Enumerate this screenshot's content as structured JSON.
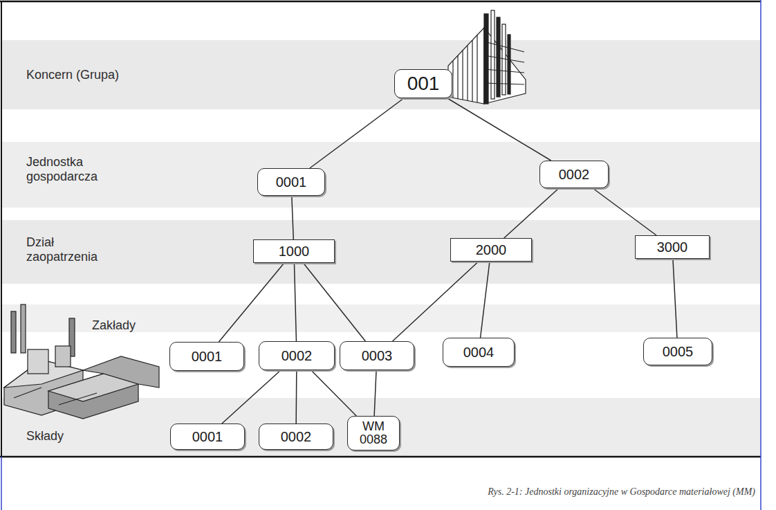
{
  "diagram": {
    "caption": "Rys. 2-1: Jednostki organizacyjne w Gospodarce materiałowej (MM)",
    "nodes": [
      {
        "text": [
          "001"
        ]
      },
      {
        "text": [
          "0001"
        ]
      },
      {
        "text": [
          "0002"
        ]
      },
      {
        "text": [
          "1000"
        ]
      },
      {
        "text": [
          "2000"
        ]
      },
      {
        "text": [
          "3000"
        ]
      },
      {
        "text": [
          "0001"
        ]
      },
      {
        "text": [
          "0002"
        ]
      },
      {
        "text": [
          "0003"
        ]
      },
      {
        "text": [
          "0004"
        ]
      },
      {
        "text": [
          "0005"
        ]
      },
      {
        "text": [
          "0001"
        ]
      },
      {
        "text": [
          "0002"
        ]
      },
      {
        "text": [
          "WM 0088"
        ]
      }
    ],
    "edges": [
      {
        "from": 0,
        "to": 1,
        "arrow": "none"
      },
      {
        "from": 0,
        "to": 2,
        "arrow": "none"
      },
      {
        "from": 1,
        "to": 3,
        "arrow": "none"
      },
      {
        "from": 2,
        "to": 4,
        "arrow": "none"
      },
      {
        "from": 2,
        "to": 5,
        "arrow": "none"
      },
      {
        "from": 3,
        "to": 6,
        "arrow": "none"
      },
      {
        "from": 3,
        "to": 7,
        "arrow": "none"
      },
      {
        "from": 3,
        "to": 8,
        "arrow": "none"
      },
      {
        "from": 4,
        "to": 8,
        "arrow": "none"
      },
      {
        "from": 4,
        "to": 9,
        "arrow": "none"
      },
      {
        "from": 5,
        "to": 10,
        "arrow": "none"
      },
      {
        "from": 7,
        "to": 11,
        "arrow": "none"
      },
      {
        "from": 7,
        "to": 12,
        "arrow": "none"
      },
      {
        "from": 7,
        "to": 13,
        "arrow": "none"
      },
      {
        "from": 8,
        "to": 13,
        "arrow": "none"
      }
    ],
    "labels": [
      "Koncern (Grupa)",
      "Jednostka gospodarcza",
      "Dział zaopatrzenia",
      "Zakłady",
      "Składy"
    ]
  }
}
